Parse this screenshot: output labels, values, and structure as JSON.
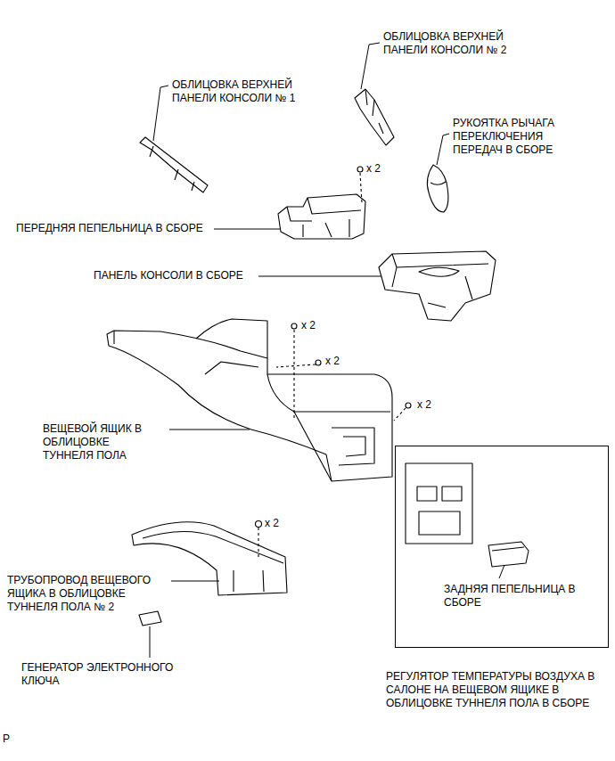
{
  "diagram": {
    "nodes": [
      {
        "text": [
          "ЗАДНЯЯ ПЕПЕЛЬНИЦА В СБОРЕ",
          "РЕГУЛЯТОР ТЕМПЕРАТУРЫ ВОЗДУХА В САЛОНЕ НА ВЕЩЕВОМ ЯЩИКЕ В ОБЛИЦОВКЕ ТУННЕЛЯ ПОЛА В СБОРЕ"
        ]
      }
    ],
    "labels": [
      "ОБЛИЦОВКА ВЕРХНЕЙ ПАНЕЛИ КОНСОЛИ № 2",
      "ОБЛИЦОВКА ВЕРХНЕЙ ПАНЕЛИ КОНСОЛИ № 1",
      "РУКОЯТКА РЫЧАГА ПЕРЕКЛЮЧЕНИЯ ПЕРЕДАЧ В СБОРЕ",
      "x 2",
      "ПЕРЕДНЯЯ ПЕПЕЛЬНИЦА В СБОРЕ",
      "ПАНЕЛЬ КОНСОЛИ В СБОРЕ",
      "x 2",
      "x 2",
      "x 2",
      "ВЕЩЕВОЙ ЯЩИК В ОБЛИЦОВКЕ ТУННЕЛЯ ПОЛА",
      "x 2",
      "ТРУБОПРОВОД ВЕЩЕВОГО ЯЩИКА В ОБЛИЦОВКЕ ТУННЕЛЯ ПОЛА № 2",
      "ГЕНЕРАТОР ЭЛЕКТРОННОГО КЛЮЧА",
      "P"
    ]
  }
}
